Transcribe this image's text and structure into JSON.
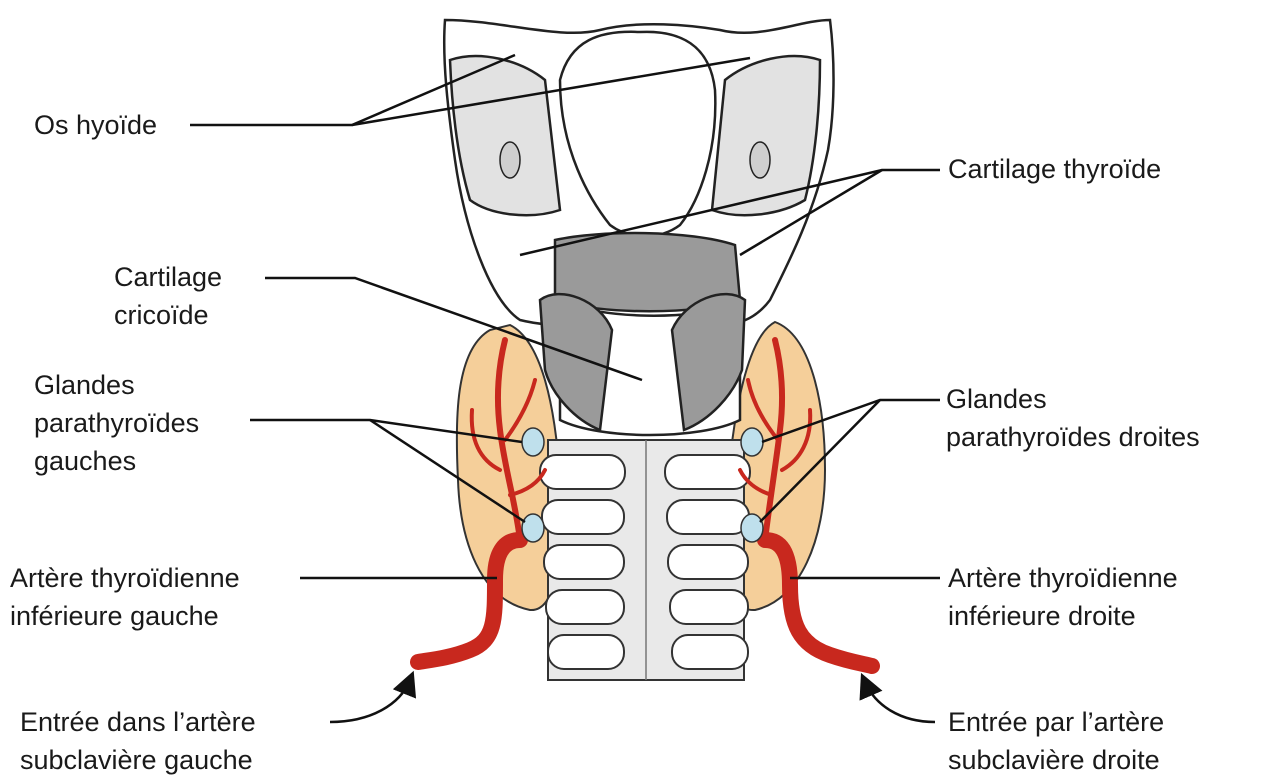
{
  "labels": {
    "hyoid": "Os hyoïde",
    "thyroid_cartilage": "Cartilage thyroïde",
    "cricoid_1": "Cartilage",
    "cricoid_2": "cricoïde",
    "para_left_1": "Glandes",
    "para_left_2": "parathyroïdes",
    "para_left_3": "gauches",
    "para_right_1": "Glandes",
    "para_right_2": "parathyroïdes droites",
    "artery_left_1": "Artère thyroïdienne",
    "artery_left_2": "inférieure gauche",
    "artery_right_1": "Artère thyroïdienne",
    "artery_right_2": "inférieure droite",
    "entry_left_1": "Entrée dans l’artère",
    "entry_left_2": "subclavière gauche",
    "entry_right_1": "Entrée par l’artère",
    "entry_right_2": "subclavière droite"
  },
  "colors": {
    "artery": "#c8281e",
    "thyroid_gland": "#f5cf9a",
    "parathyroid": "#bfe0ec",
    "cartilage_gray": "#9a9a9a",
    "outline": "#222222"
  }
}
